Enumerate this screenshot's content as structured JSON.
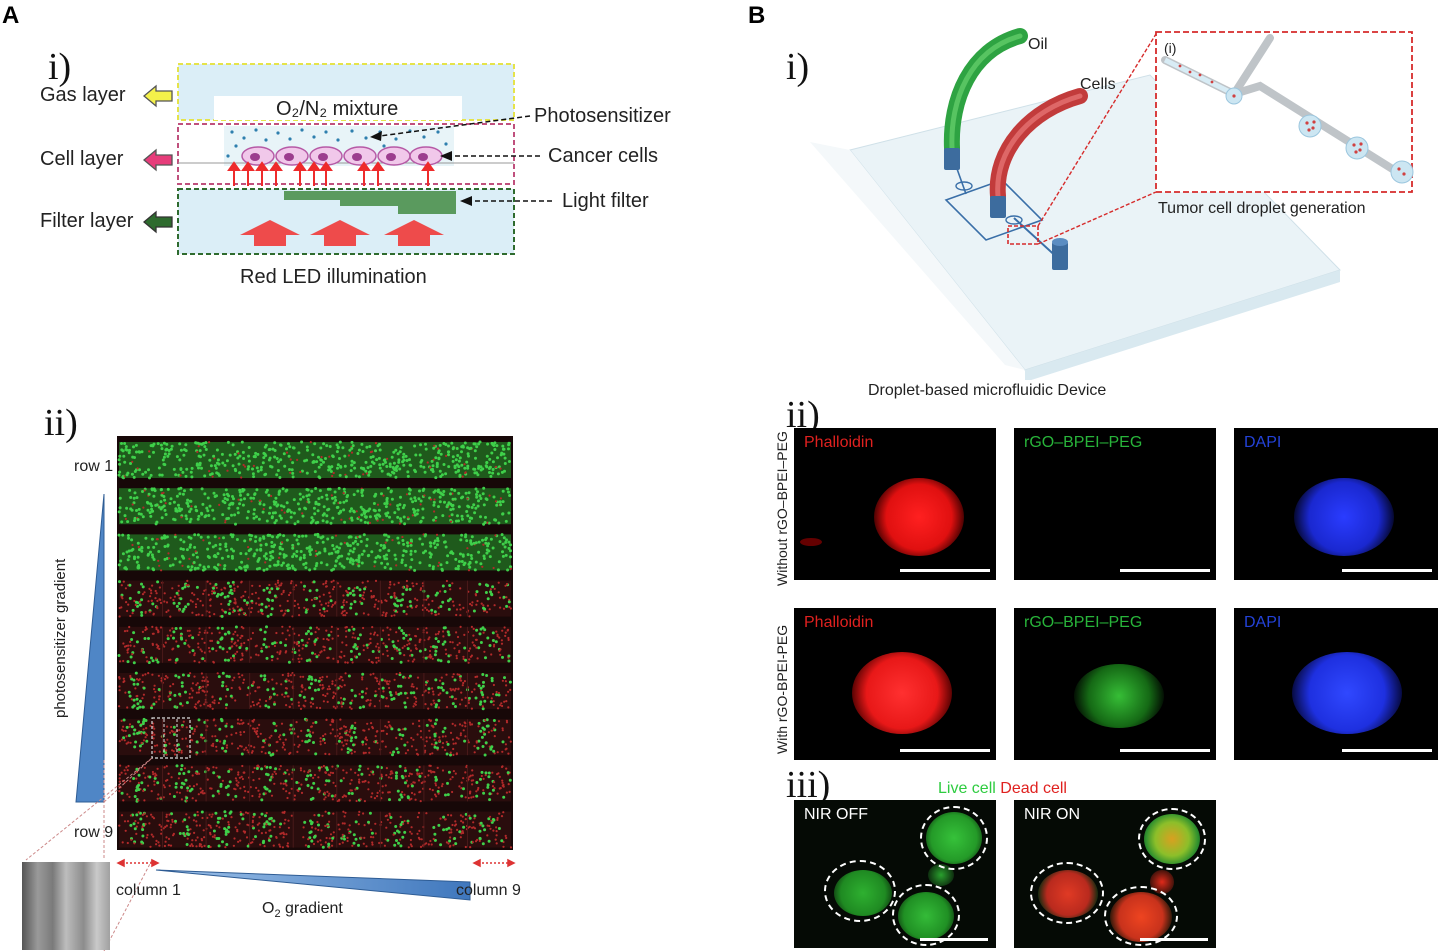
{
  "panel_letters": {
    "a": "A",
    "b": "B"
  },
  "panel_a": {
    "i": {
      "numeral": "i)",
      "gas_layer": "Gas layer",
      "cell_layer": "Cell layer",
      "filter_layer": "Filter layer",
      "gas_mixture": "O₂/N₂ mixture",
      "photosensitizer": "Photosensitizer",
      "cancer_cells": "Cancer cells",
      "light_filter": "Light filter",
      "red_led": "Red LED illumination"
    },
    "ii": {
      "numeral": "ii)",
      "row_first": "row 1",
      "row_last": "row 9",
      "ps_gradient": "photosensitizer gradient",
      "column_first": "column 1",
      "column_last": "column 9",
      "o2_gradient_main": "O",
      "o2_gradient_sub": "2",
      "o2_gradient_rest": " gradient",
      "rows": 9,
      "columns": 9
    }
  },
  "panel_b": {
    "i": {
      "numeral": "i)",
      "oil": "Oil",
      "cells": "Cells",
      "inset_numeral": "(i)",
      "inset_caption": "Tumor cell droplet generation",
      "device_caption": "Droplet-based microfluidic Device"
    },
    "ii": {
      "numeral": "ii)",
      "row_without": "Without rGO–BPEI–PEG",
      "row_with": "With rGO-BPEI-PEG",
      "channel_phalloidin": "Phalloidin",
      "channel_rgo": "rGO–BPEI–PEG",
      "channel_dapi": "DAPI"
    },
    "iii": {
      "numeral": "iii)",
      "live_cell": "Live cell",
      "dead_cell": "Dead cell",
      "nir_off": "NIR OFF",
      "nir_on": "NIR ON"
    }
  },
  "colors": {
    "gas_box": "#dbeef7",
    "gas_border": "#e5e34a",
    "cell_border": "#c0507d",
    "filter_border": "#2e6b2e",
    "filter_green": "#5a9a5e",
    "red_arrow": "#ee4b4b",
    "live_green": "#2ecc40",
    "dead_red": "#e0211f",
    "dapi_blue": "#1f2fe6",
    "gradient_blue": "#4f86c6",
    "inset_red": "#d62b2b"
  }
}
